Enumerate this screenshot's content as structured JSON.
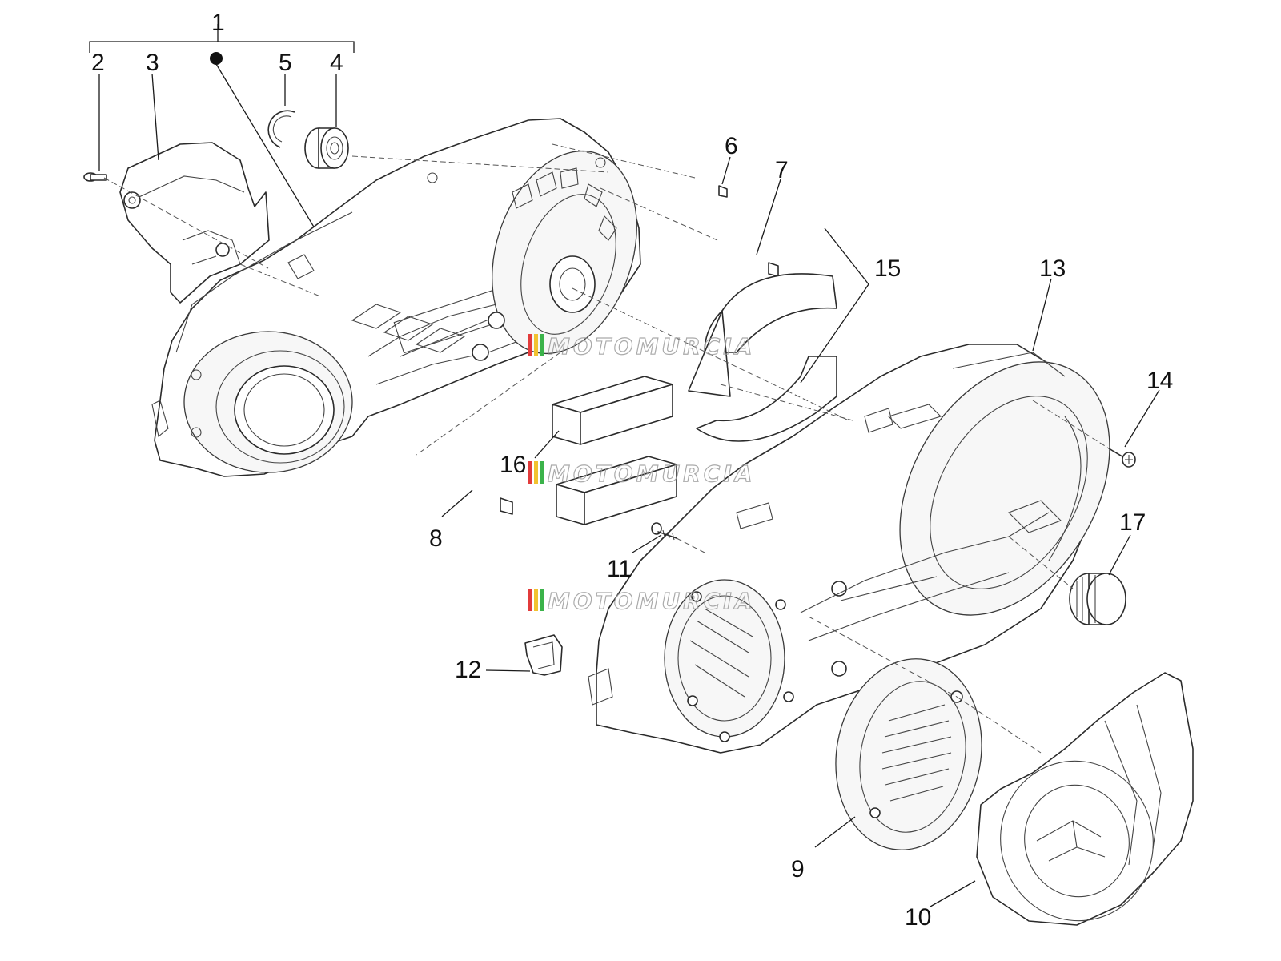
{
  "callouts": {
    "n1": "1",
    "n2": "2",
    "n3": "3",
    "n4": "4",
    "n5": "5",
    "n6": "6",
    "n7": "7",
    "n8": "8",
    "n9": "9",
    "n10": "10",
    "n11": "11",
    "n12": "12",
    "n13": "13",
    "n14": "14",
    "n15": "15",
    "n16": "16",
    "n17": "17"
  },
  "watermark": {
    "text": "MOTOMURCIA",
    "colors": [
      "#e23b3b",
      "#f2c230",
      "#3bb34a"
    ]
  }
}
